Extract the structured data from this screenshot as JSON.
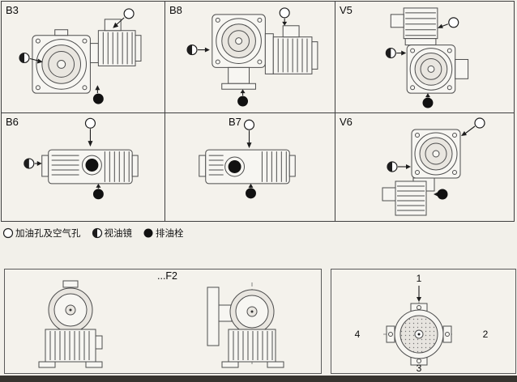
{
  "panels": [
    {
      "id": "B3",
      "label": "B3"
    },
    {
      "id": "B8",
      "label": "B8"
    },
    {
      "id": "V5",
      "label": "V5"
    },
    {
      "id": "B6",
      "label": "B6"
    },
    {
      "id": "B7",
      "label": "B7"
    },
    {
      "id": "V6",
      "label": "V6"
    }
  ],
  "legend": {
    "items": [
      {
        "icon": "open-circle",
        "label": "加油孔及空气孔"
      },
      {
        "icon": "half-filled-circle",
        "label": "视油镜"
      },
      {
        "icon": "filled-circle",
        "label": "排油栓"
      }
    ]
  },
  "bottom": {
    "flange_label": "...F2",
    "positions": [
      "1",
      "2",
      "3",
      "4"
    ]
  }
}
